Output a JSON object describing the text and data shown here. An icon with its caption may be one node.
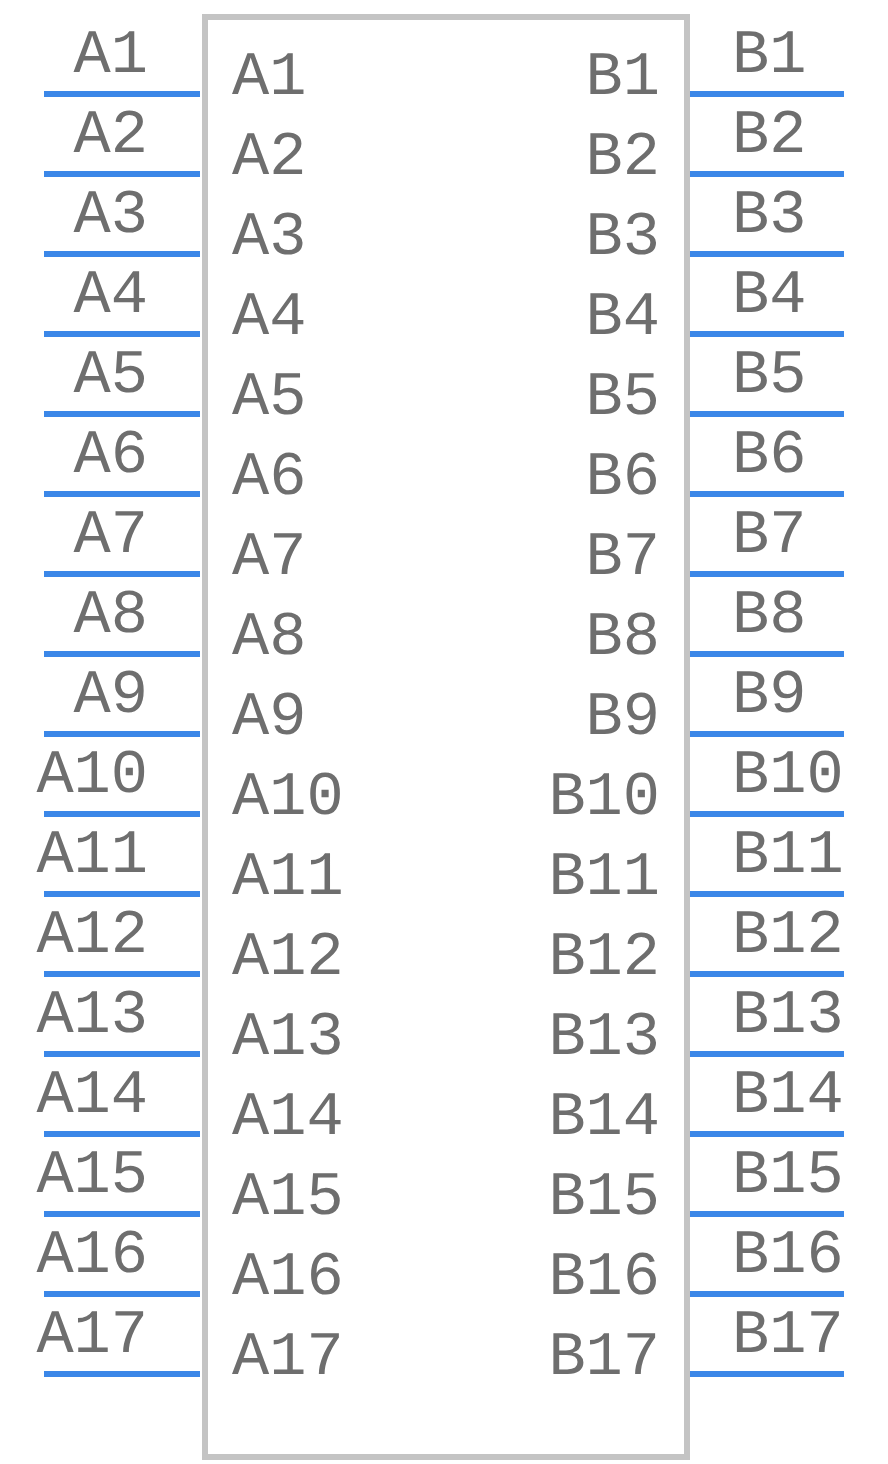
{
  "diagram": {
    "nodes": [
      {
        "text": [
          "A1",
          "B1",
          "A2",
          "B2",
          "A3",
          "B3",
          "A4",
          "B4",
          "A5",
          "B5",
          "A6",
          "B6",
          "A7",
          "B7",
          "A8",
          "B8",
          "A9",
          "B9",
          "A10",
          "B10",
          "A11",
          "B11",
          "A12",
          "B12",
          "A13",
          "B13",
          "A14",
          "B14",
          "A15",
          "B15",
          "A16",
          "B16",
          "A17",
          "B17"
        ]
      }
    ],
    "labels": [
      "A1",
      "B1",
      "A2",
      "B2",
      "A3",
      "B3",
      "A4",
      "B4",
      "A5",
      "B5",
      "A6",
      "B6",
      "A7",
      "B7",
      "A8",
      "B8",
      "A9",
      "B9",
      "A10",
      "B10",
      "A11",
      "B11",
      "A12",
      "B12",
      "A13",
      "B13",
      "A14",
      "B14",
      "A15",
      "B15",
      "A16",
      "B16",
      "A17",
      "B17"
    ]
  }
}
